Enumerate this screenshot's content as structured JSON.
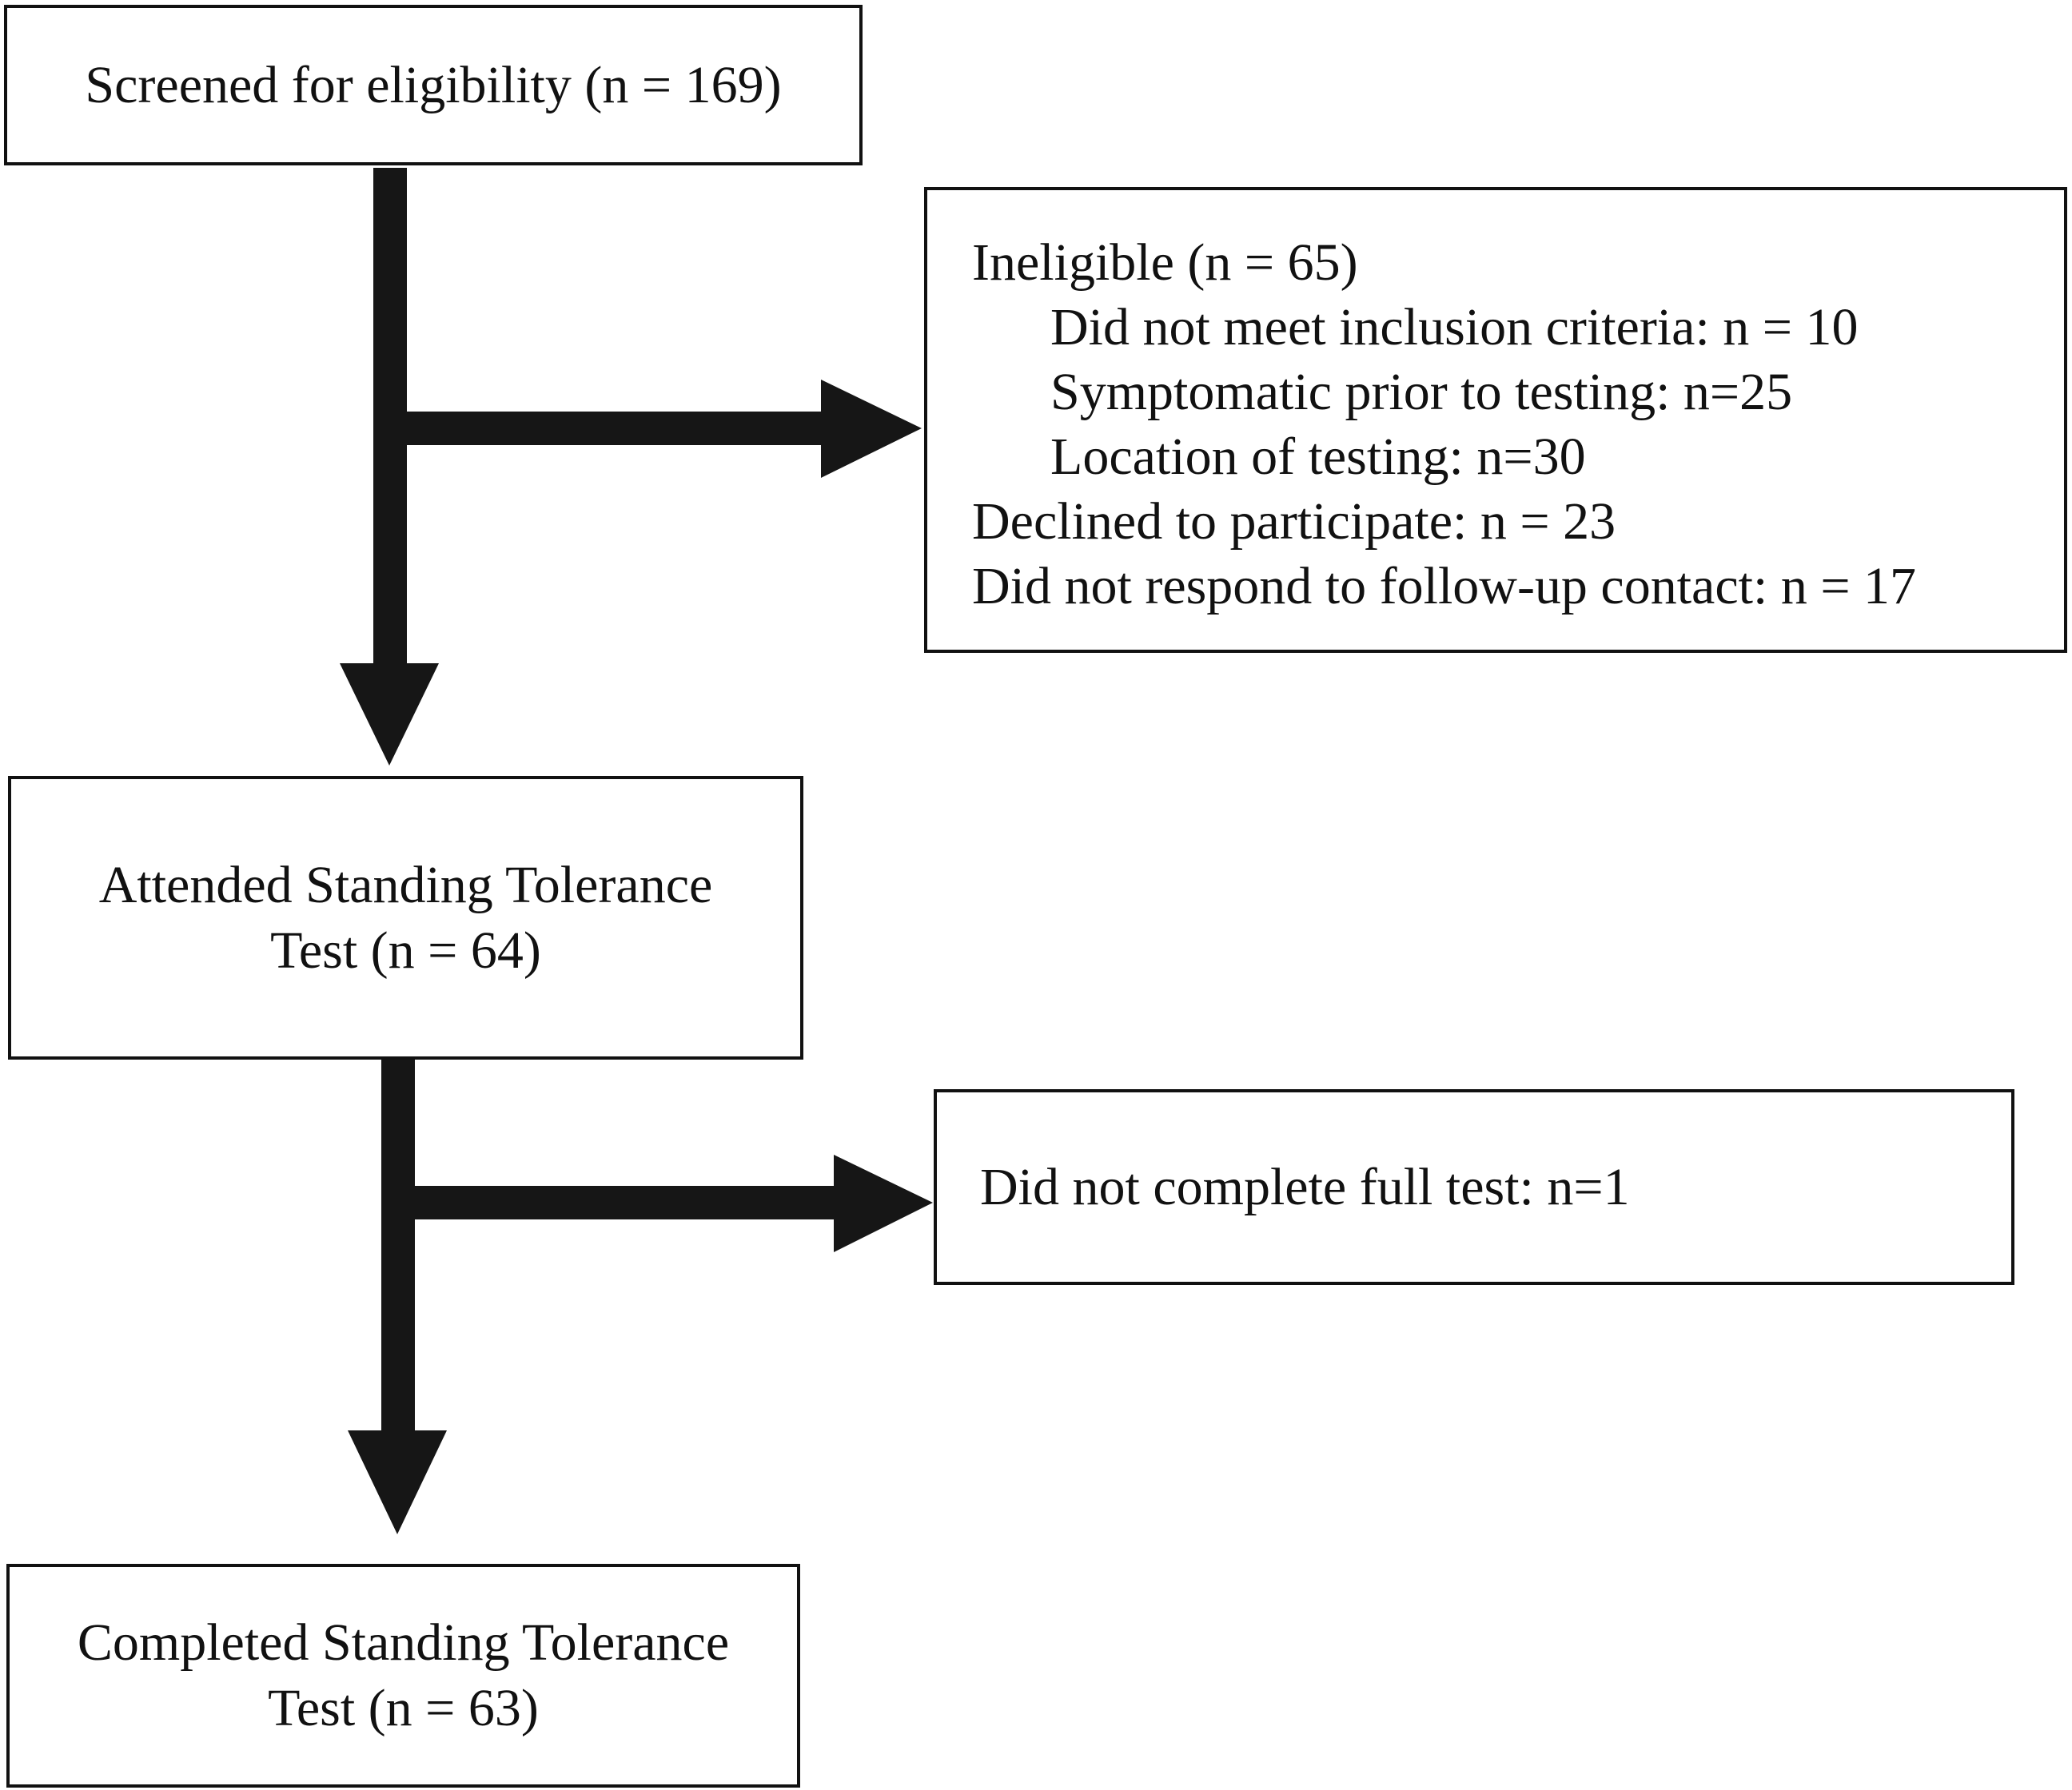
{
  "flow": {
    "screened": {
      "text": "Screened for eligibility (n = 169)"
    },
    "ineligible": {
      "heading": "Ineligible (n = 65)",
      "sub_items": [
        "Did not meet inclusion criteria: n = 10",
        "Symptomatic prior to testing: n=25",
        "Location of testing: n=30"
      ],
      "declined": "Declined to participate: n = 23",
      "no_response": "Did not respond to follow-up contact: n = 17"
    },
    "attended": {
      "line1": "Attended Standing Tolerance",
      "line2": "Test (n = 64)"
    },
    "incomplete": {
      "text": "Did not complete full test: n=1"
    },
    "completed": {
      "line1": "Completed Standing Tolerance",
      "line2": "Test (n = 63)"
    }
  },
  "colors": {
    "arrow": "#161616",
    "border": "#111111",
    "background": "#ffffff"
  }
}
